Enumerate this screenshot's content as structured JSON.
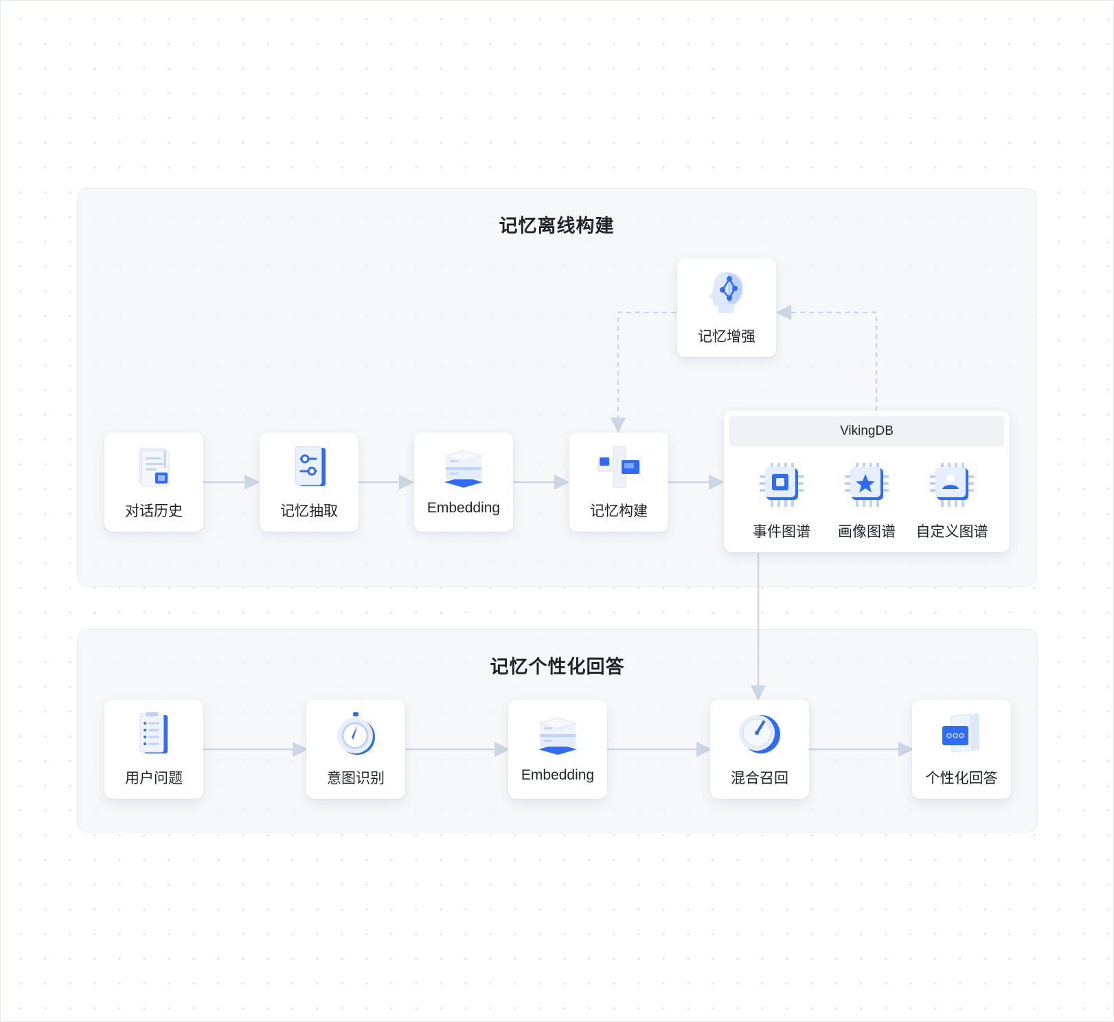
{
  "sections": {
    "offline": {
      "title": "记忆离线构建"
    },
    "online": {
      "title": "记忆个性化回答"
    }
  },
  "offline_nodes": {
    "history": {
      "label": "对话历史",
      "icon": "document-icon"
    },
    "extract": {
      "label": "记忆抽取",
      "icon": "filter-sliders-icon"
    },
    "embedding": {
      "label": "Embedding",
      "icon": "stack-layers-icon"
    },
    "build": {
      "label": "记忆构建",
      "icon": "cube-blocks-icon"
    },
    "enhance": {
      "label": "记忆增强",
      "icon": "brain-head-icon"
    }
  },
  "vikingdb": {
    "title": "VikingDB",
    "items": [
      {
        "label": "事件图谱",
        "icon": "chip-square-icon"
      },
      {
        "label": "画像图谱",
        "icon": "chip-star-icon"
      },
      {
        "label": "自定义图谱",
        "icon": "chip-user-icon"
      }
    ]
  },
  "online_nodes": {
    "question": {
      "label": "用户问题",
      "icon": "checklist-icon"
    },
    "intent": {
      "label": "意图识别",
      "icon": "compass-icon"
    },
    "embedding": {
      "label": "Embedding",
      "icon": "stack-layers-icon"
    },
    "recall": {
      "label": "混合召回",
      "icon": "gauge-icon"
    },
    "answer": {
      "label": "个性化回答",
      "icon": "chat-box-icon"
    }
  },
  "colors": {
    "accent": "#2f6cf6",
    "accent_light": "#bcd3ff",
    "connector": "#cdd6e3",
    "text": "#1f2329"
  }
}
